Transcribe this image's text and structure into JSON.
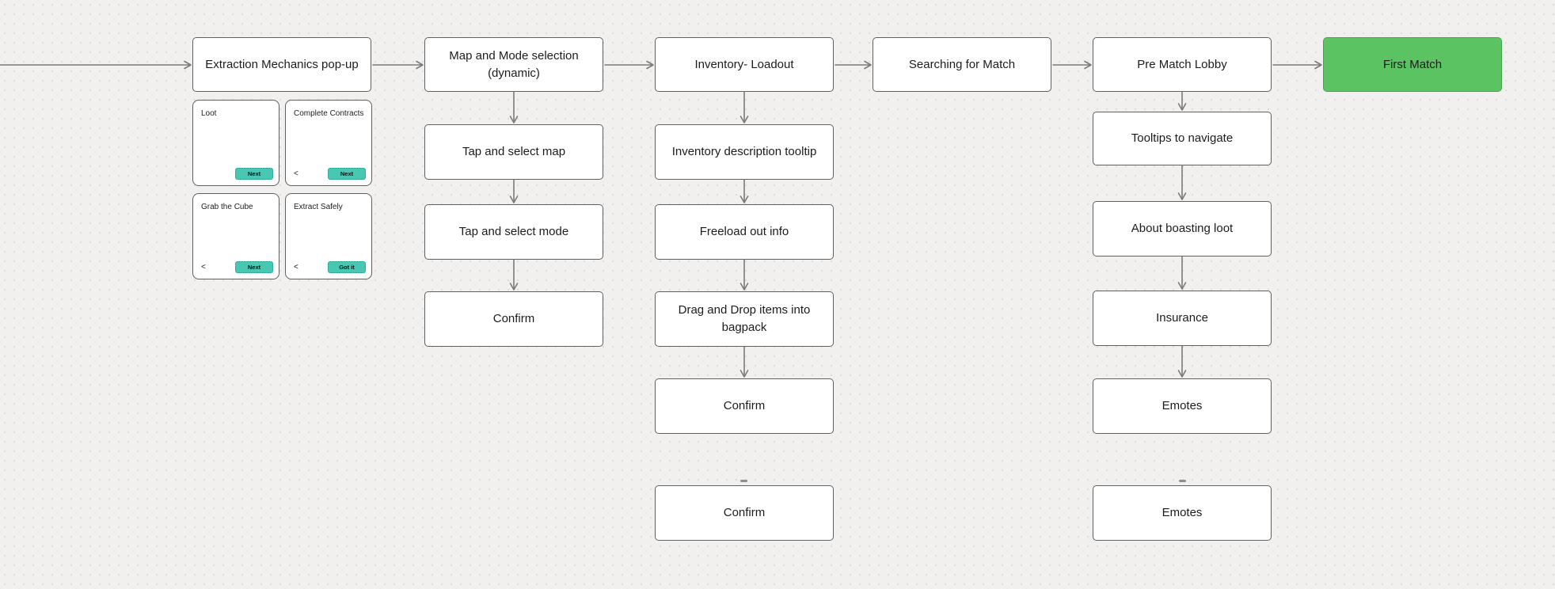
{
  "colors": {
    "canvas_bg": "#F1F0EF",
    "dot": "#DBDBDB",
    "node_fill": "#FFFFFF",
    "node_border": "#606060",
    "arrow": "#7B7B7B",
    "text": "#1C1C1C",
    "green_fill": "#5CC363",
    "green_border": "#47A350",
    "teal_fill": "#48C7B2",
    "teal_border": "#1F9486"
  },
  "flow": {
    "top_row": [
      {
        "label": "Extraction Mechanics pop-up"
      },
      {
        "label": "Map and Mode selection (dynamic)"
      },
      {
        "label": "Inventory- Loadout"
      },
      {
        "label": "Searching for Match"
      },
      {
        "label": "Pre Match Lobby"
      },
      {
        "label": "First Match"
      }
    ],
    "tutorial_cards": [
      {
        "title": "Loot",
        "back": "",
        "button": "Next"
      },
      {
        "title": "Complete Contracts",
        "back": "<",
        "button": "Next"
      },
      {
        "title": "Grab the Cube",
        "back": "<",
        "button": "Next"
      },
      {
        "title": "Extract Safely",
        "back": "<",
        "button": "Got it"
      }
    ],
    "map_mode_steps": [
      "Tap and select map",
      "Tap and select mode",
      "Confirm"
    ],
    "inventory_steps": [
      "Inventory description tooltip",
      "Freeload out info",
      "Drag and Drop items into bagpack",
      "Confirm"
    ],
    "inventory_detached": "Confirm",
    "lobby_steps": [
      "Tooltips to navigate",
      "About boasting loot",
      "Insurance",
      "Emotes"
    ],
    "lobby_detached": "Emotes"
  }
}
